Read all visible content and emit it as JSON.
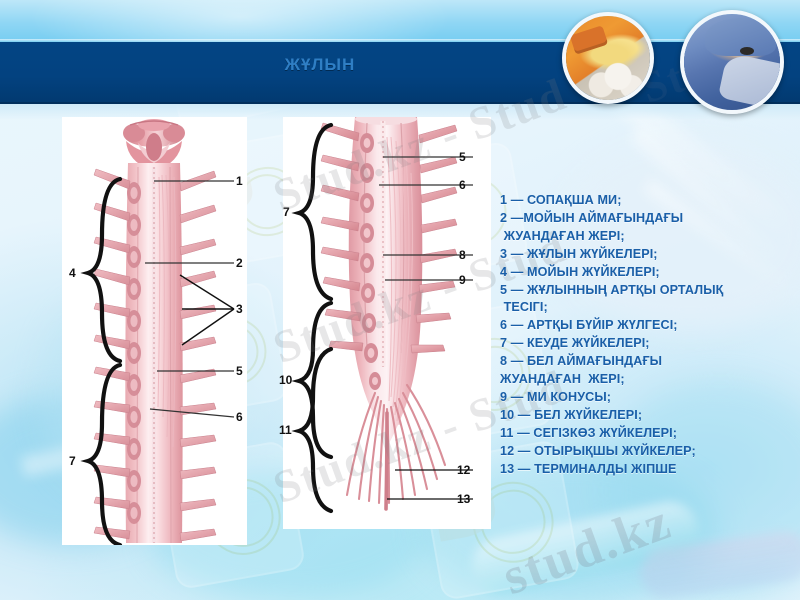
{
  "slide": {
    "title": "ЖҰЛЫН",
    "title_color": "#2f7ec4",
    "header_band_color": "#034280",
    "legend_text_color": "#1a5fa8",
    "background_color": "#dff1fb"
  },
  "photos": [
    {
      "name": "pill-bottle-photo",
      "alt": "Orange pill bottle with yellow capsules spilling onto white tablets"
    },
    {
      "name": "surgeon-photo",
      "alt": "Surgeon wearing blue cap and surgical mask"
    }
  ],
  "diagram_left": {
    "caption": "Upper spinal cord — posterior view with cervical and thoracic segments",
    "number_labels": [
      {
        "id": "1",
        "text": "1"
      },
      {
        "id": "2",
        "text": "2"
      },
      {
        "id": "3",
        "text": "3"
      },
      {
        "id": "5",
        "text": "5"
      },
      {
        "id": "6",
        "text": "6"
      }
    ],
    "brace_labels": [
      {
        "id": "4",
        "text": "4"
      },
      {
        "id": "7",
        "text": "7"
      }
    ]
  },
  "diagram_right": {
    "caption": "Lower spinal cord — lumbar enlargement, conus medullaris and cauda equina",
    "number_labels": [
      {
        "id": "5",
        "text": "5"
      },
      {
        "id": "6",
        "text": "6"
      },
      {
        "id": "8",
        "text": "8"
      },
      {
        "id": "9",
        "text": "9"
      },
      {
        "id": "12",
        "text": "12"
      },
      {
        "id": "13",
        "text": "13"
      }
    ],
    "brace_labels": [
      {
        "id": "7",
        "text": "7"
      },
      {
        "id": "10",
        "text": "10"
      },
      {
        "id": "11",
        "text": "11"
      }
    ]
  },
  "legend": {
    "lines": [
      "1 — СОПАҚША МИ;",
      "2 —МОЙЫН АЙМАҒЫНДАҒЫ",
      " ЖУАНДАҒАН ЖЕРІ;",
      "3 — ЖҰЛЫН ЖҮЙКЕЛЕРІ;",
      "4 — МОЙЫН ЖҮЙКЕЛЕРІ;",
      "5 — ЖҰЛЫННЫҢ АРТҚЫ ОРТАЛЫҚ",
      " ТЕСІГІ;",
      "6 — АРТҚЫ БҮЙІР ЖҮЛГЕСІ;",
      "7 — КЕУДЕ ЖҮЙКЕЛЕРІ;",
      "8 — БЕЛ АЙМАҒЫНДАҒЫ",
      "ЖУАНДАҒАН  ЖЕРІ;",
      "9 — МИ КОНУСЫ;",
      "10 — БЕЛ ЖҮЙКЕЛЕРІ;",
      "11 — СЕГІЗКӨЗ ЖҮЙКЕЛЕРІ;",
      "12 — ОТЫРЫҚШЫ ЖҮЙКЕЛЕР;",
      "13 — ТЕРМИНАЛДЫ ЖІПШЕ"
    ]
  },
  "watermarks": {
    "diagonal": "Stud.kz - Stud",
    "bottom": "stud.kz",
    "header": "Stud"
  }
}
